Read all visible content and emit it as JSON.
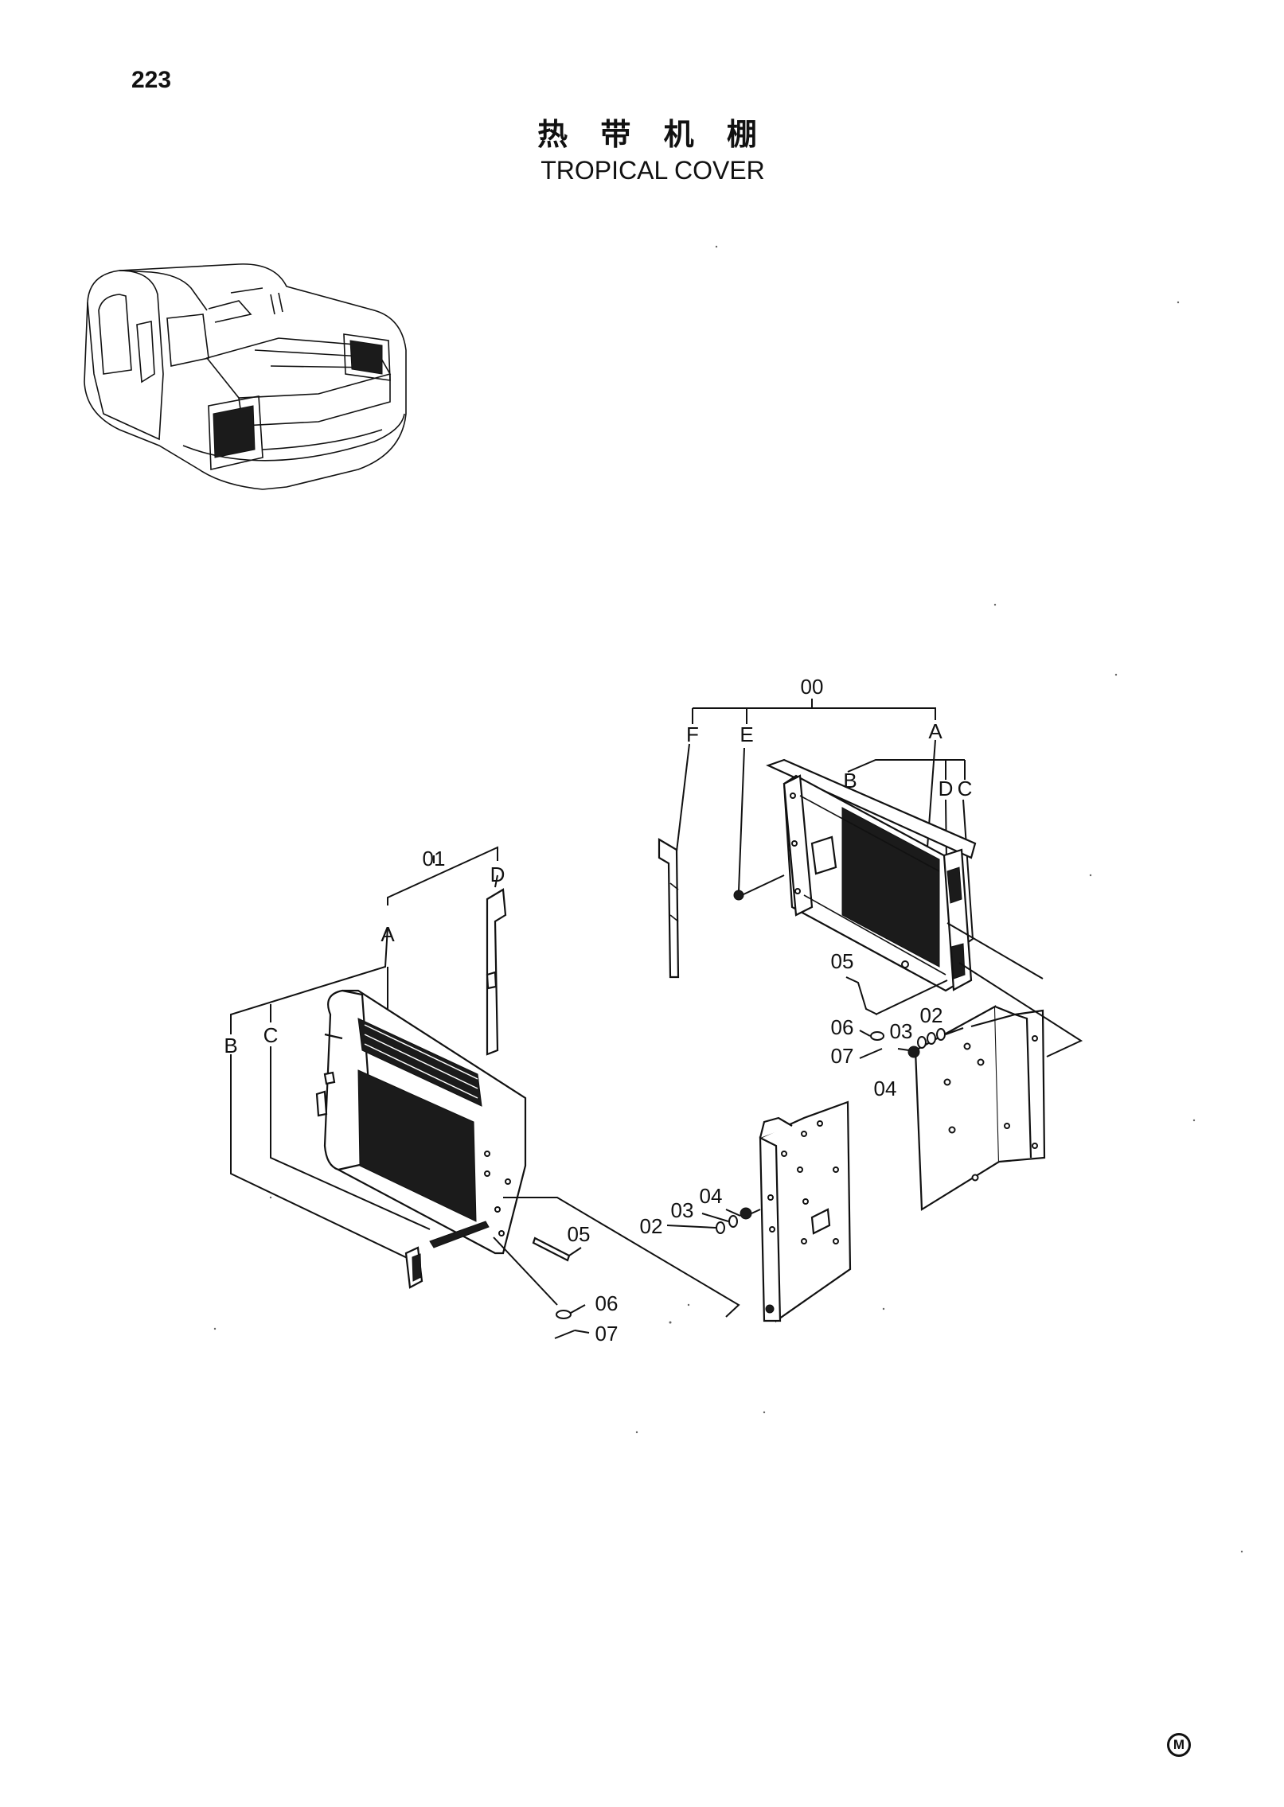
{
  "page_number": "223",
  "title_zh": "热 带 机 棚",
  "title_en": "TROPICAL COVER",
  "manufacturer_mark": "M",
  "callouts": {
    "assembly_00": "00",
    "assembly_00_F": "F",
    "assembly_00_E": "E",
    "assembly_00_A": "A",
    "assembly_00_B": "B",
    "assembly_00_D": "D",
    "assembly_00_C": "C",
    "right_05": "05",
    "right_06": "06",
    "right_07": "07",
    "right_03": "03",
    "right_02": "02",
    "right_04": "04",
    "assembly_01": "01",
    "assembly_01_D": "D",
    "assembly_01_A": "A",
    "assembly_01_B": "B",
    "assembly_01_C": "C",
    "left_05": "05",
    "left_06": "06",
    "left_07": "07",
    "mid_04": "04",
    "mid_03": "03",
    "mid_02": "02"
  }
}
